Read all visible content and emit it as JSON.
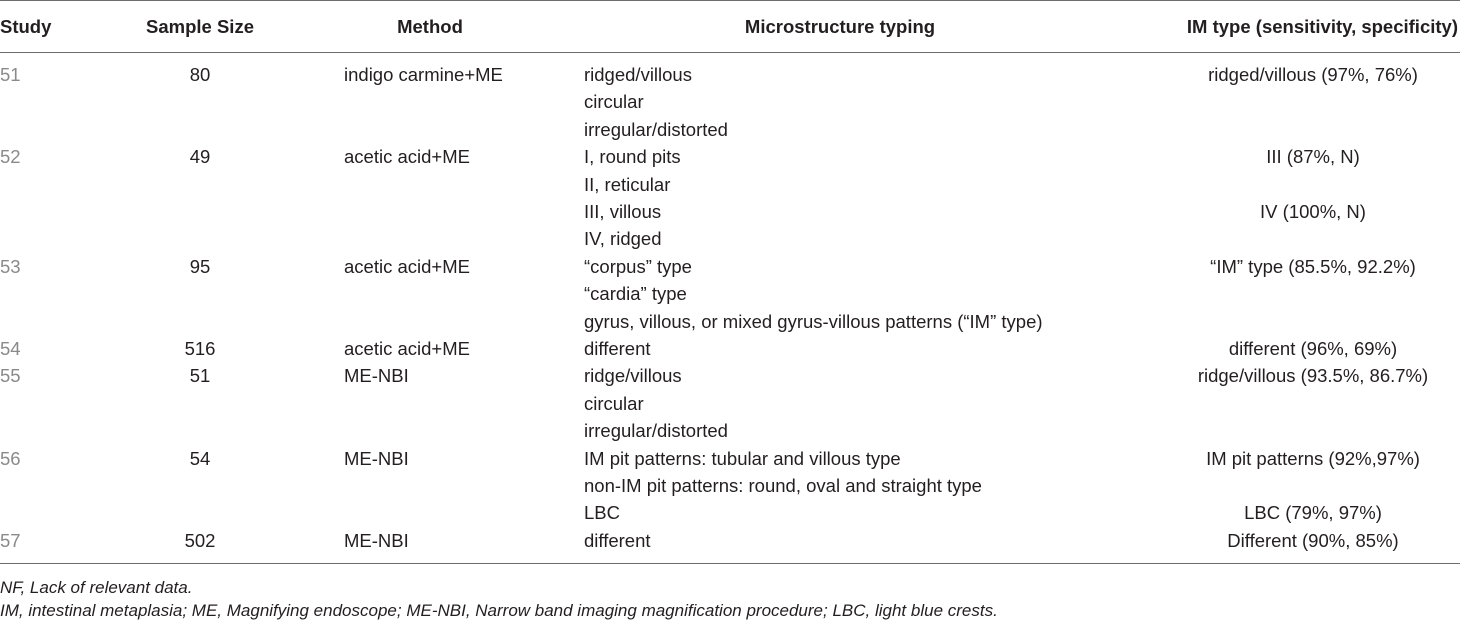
{
  "headers": {
    "study": "Study",
    "sample_size": "Sample Size",
    "method": "Method",
    "microstructure": "Microstructure typing",
    "im_type": "IM type (sensitivity, specificity)"
  },
  "rows": [
    {
      "study": "51",
      "sample_size": "80",
      "method": "indigo carmine+ME",
      "micro": [
        "ridged/villous",
        "circular",
        "irregular/distorted"
      ],
      "im": [
        "ridged/villous (97%, 76%)",
        "",
        ""
      ]
    },
    {
      "study": "52",
      "sample_size": "49",
      "method": "acetic acid+ME",
      "micro": [
        "I, round pits",
        "II, reticular",
        "III, villous",
        "IV, ridged"
      ],
      "im": [
        "III (87%, N)",
        "",
        "IV (100%, N)",
        ""
      ]
    },
    {
      "study": "53",
      "sample_size": "95",
      "method": "acetic acid+ME",
      "micro": [
        "“corpus” type",
        "“cardia” type",
        "gyrus, villous, or mixed gyrus-villous patterns (“IM” type)"
      ],
      "im": [
        "“IM” type (85.5%, 92.2%)",
        "",
        ""
      ]
    },
    {
      "study": "54",
      "sample_size": "516",
      "method": "acetic acid+ME",
      "micro": [
        "different"
      ],
      "im": [
        "different (96%, 69%)"
      ]
    },
    {
      "study": "55",
      "sample_size": "51",
      "method": "ME-NBI",
      "micro": [
        "ridge/villous",
        "circular",
        "irregular/distorted"
      ],
      "im": [
        "ridge/villous (93.5%, 86.7%)",
        "",
        ""
      ]
    },
    {
      "study": "56",
      "sample_size": "54",
      "method": "ME-NBI",
      "micro": [
        "IM pit patterns: tubular and villous type",
        "non-IM pit patterns: round, oval and straight type",
        "LBC"
      ],
      "im": [
        "IM pit patterns (92%,97%)",
        "",
        "LBC (79%, 97%)"
      ]
    },
    {
      "study": "57",
      "sample_size": "502",
      "method": "ME-NBI",
      "micro": [
        "different"
      ],
      "im": [
        "Different (90%, 85%)"
      ]
    }
  ],
  "footnotes": [
    "NF, Lack of relevant data.",
    "IM, intestinal metaplasia; ME, Magnifying endoscope; ME-NBI, Narrow band imaging magnification procedure; LBC, light blue crests."
  ]
}
